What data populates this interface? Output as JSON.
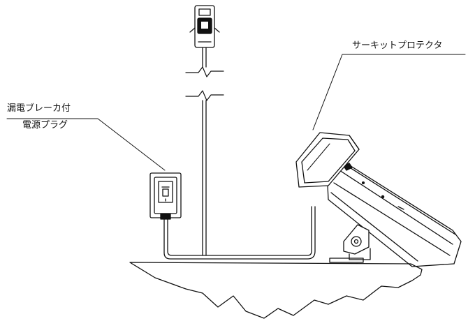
{
  "labels": {
    "breaker_plug_line1": "漏電ブレーカ付",
    "breaker_plug_line2": "電源プラグ",
    "circuit_protector": "サーキットプロテクタ"
  },
  "colors": {
    "line": "#111111",
    "fill": "#ffffff"
  }
}
